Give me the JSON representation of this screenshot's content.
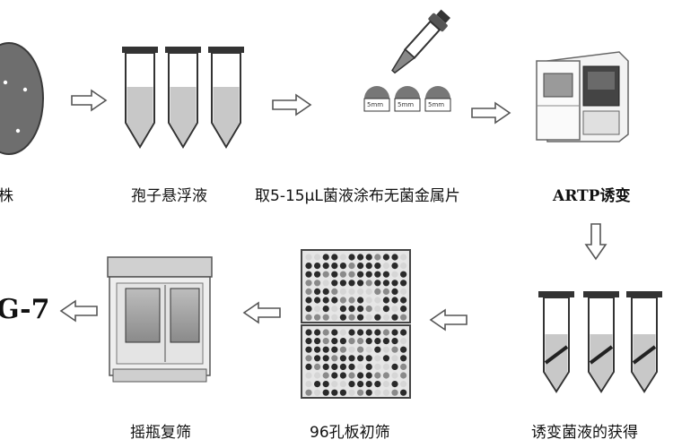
{
  "labels": {
    "strain": "株",
    "spore_suspension": "孢子悬浮液",
    "coating": "取5-15μL菌液涂布无菌金属片",
    "artp": "ARTP诱变",
    "mutant_harvest": "诱变菌液的获得",
    "plate_screen": "96孔板初筛",
    "shake_rescreen": "摇瓶复筛",
    "strain_name": "G-7"
  },
  "disc_labels": [
    "5mm",
    "5mm",
    "5mm"
  ],
  "colors": {
    "arrow_fill": "#ffffff",
    "arrow_stroke": "#555555",
    "tube_liquid": "#c8c8c8",
    "machine_body": "#f2f2f2",
    "dark": "#2a2a2a"
  }
}
